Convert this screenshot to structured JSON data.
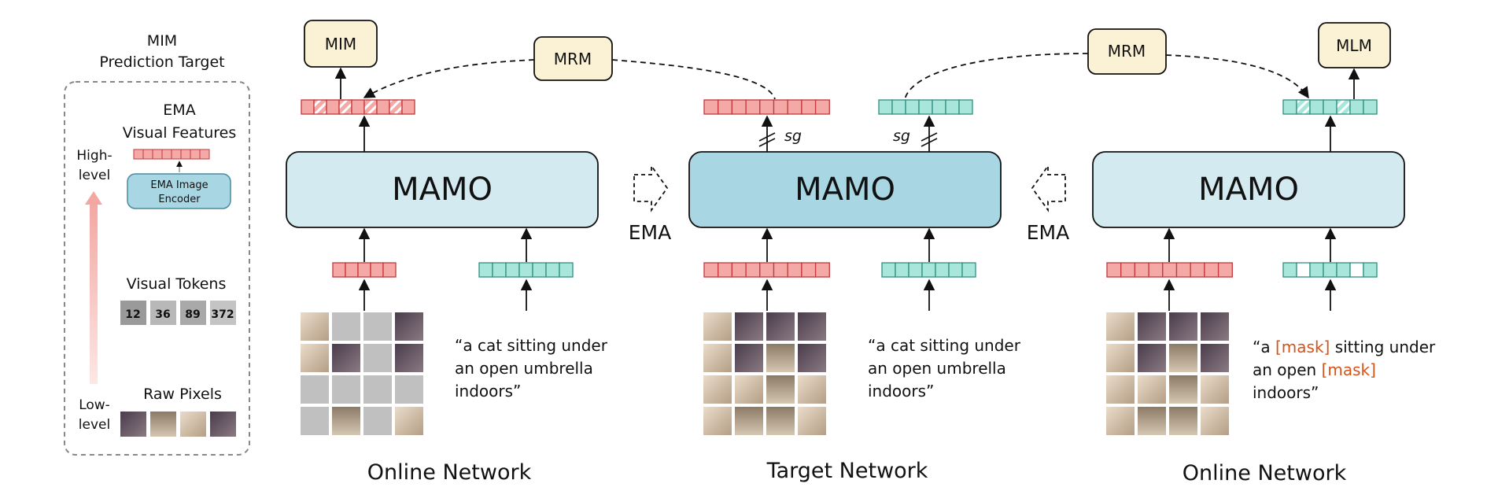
{
  "legend": {
    "title_line1": "MIM",
    "title_line2": "Prediction Target",
    "ema_line1": "EMA",
    "ema_line2": "Visual Features",
    "encoder_line1": "EMA Image",
    "encoder_line2": "Encoder",
    "high_line1": "High-",
    "high_line2": "level",
    "low_line1": "Low-",
    "low_line2": "level",
    "visual_tokens": "Visual Tokens",
    "token_values": [
      "12",
      "36",
      "89",
      "372"
    ],
    "raw_pixels": "Raw Pixels"
  },
  "left_panel": {
    "mamo": "MAMO",
    "mim": "MIM",
    "caption": "Online Network",
    "text_lines": [
      "“a cat sitting under",
      "an open umbrella",
      "indoors”"
    ]
  },
  "center_panel": {
    "mamo": "MAMO",
    "caption": "Target Network",
    "sg_left": "sg",
    "sg_right": "sg",
    "text_lines": [
      "“a cat sitting under",
      "an open umbrella",
      "indoors”"
    ]
  },
  "right_panel": {
    "mamo": "MAMO",
    "mlm": "MLM",
    "caption": "Online Network",
    "text_line1_a": "“a ",
    "text_line1_mask": "[mask]",
    "text_line1_b": " sitting under",
    "text_line2_a": "an open ",
    "text_line2_mask": "[mask]",
    "text_line3": "indoors”"
  },
  "mrm_left": "MRM",
  "mrm_right": "MRM",
  "ema_left": "EMA",
  "ema_right": "EMA",
  "colors": {
    "image_token": "#f4a9a6",
    "image_token_stroke": "#c0393b",
    "text_token": "#a8e6dc",
    "text_token_stroke": "#2f8f80",
    "mamo_light": "#d3eaf0",
    "mamo_dark": "#a9d6e3",
    "task_box": "#fbf1d5",
    "mask_text": "#d4541a",
    "masked_patch": "#c0c0c0"
  }
}
